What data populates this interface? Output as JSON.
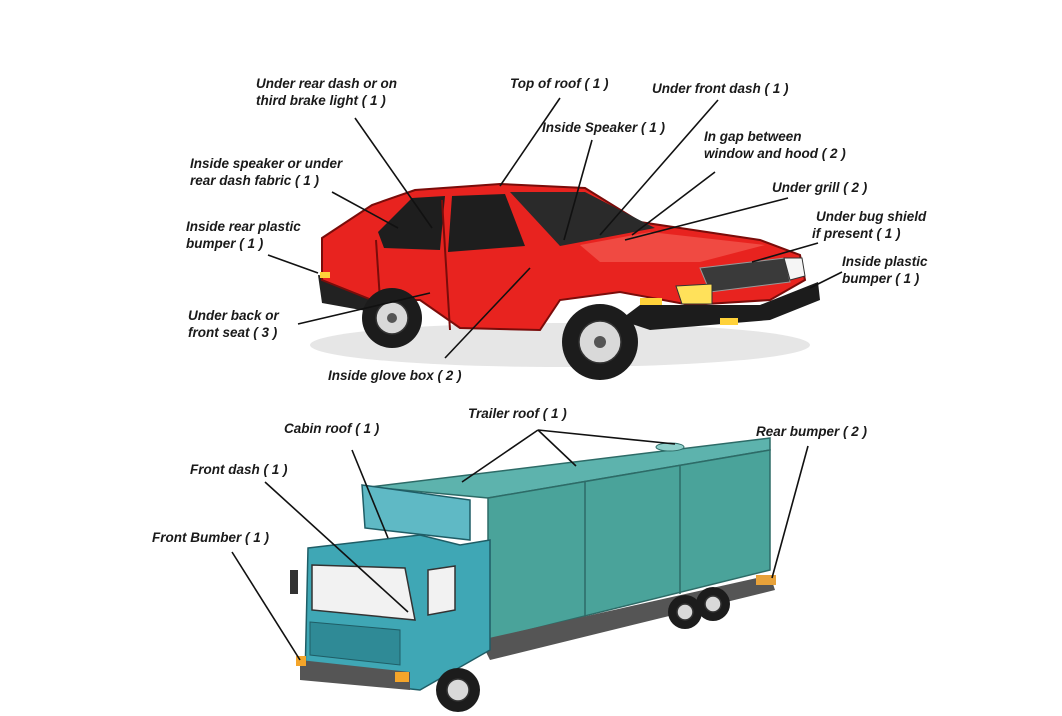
{
  "car": {
    "labels": [
      {
        "line1": "Under rear dash or on",
        "line2": "third brake light ( 1 )"
      },
      {
        "line1": "Top of roof ( 1 )"
      },
      {
        "line1": "Under front dash ( 1 )"
      },
      {
        "line1": "Inside Speaker ( 1 )"
      },
      {
        "line1": "In gap between",
        "line2": "window and hood ( 2 )"
      },
      {
        "line1": "Inside speaker or under",
        "line2": "rear dash fabric ( 1 )"
      },
      {
        "line1": "Under grill ( 2 )"
      },
      {
        "line1": "Inside rear plastic",
        "line2": "bumper ( 1 )"
      },
      {
        "line1": "Under bug shield",
        "line2": "if present ( 1 )"
      },
      {
        "line1": "Inside plastic",
        "line2": "bumper ( 1 )"
      },
      {
        "line1": "Under back or",
        "line2": "front seat ( 3 )"
      },
      {
        "line1": "Inside glove box ( 2 )"
      }
    ]
  },
  "truck": {
    "labels": [
      {
        "line1": "Trailer roof ( 1 )"
      },
      {
        "line1": "Cabin roof ( 1 )"
      },
      {
        "line1": "Rear bumper ( 2 )"
      },
      {
        "line1": "Front dash ( 1 )"
      },
      {
        "line1": "Front Bumber ( 1 )"
      }
    ]
  },
  "colors": {
    "car_body": "#e8231f",
    "truck_body": "#3fa7b5",
    "trailer": "#4aa39a"
  }
}
